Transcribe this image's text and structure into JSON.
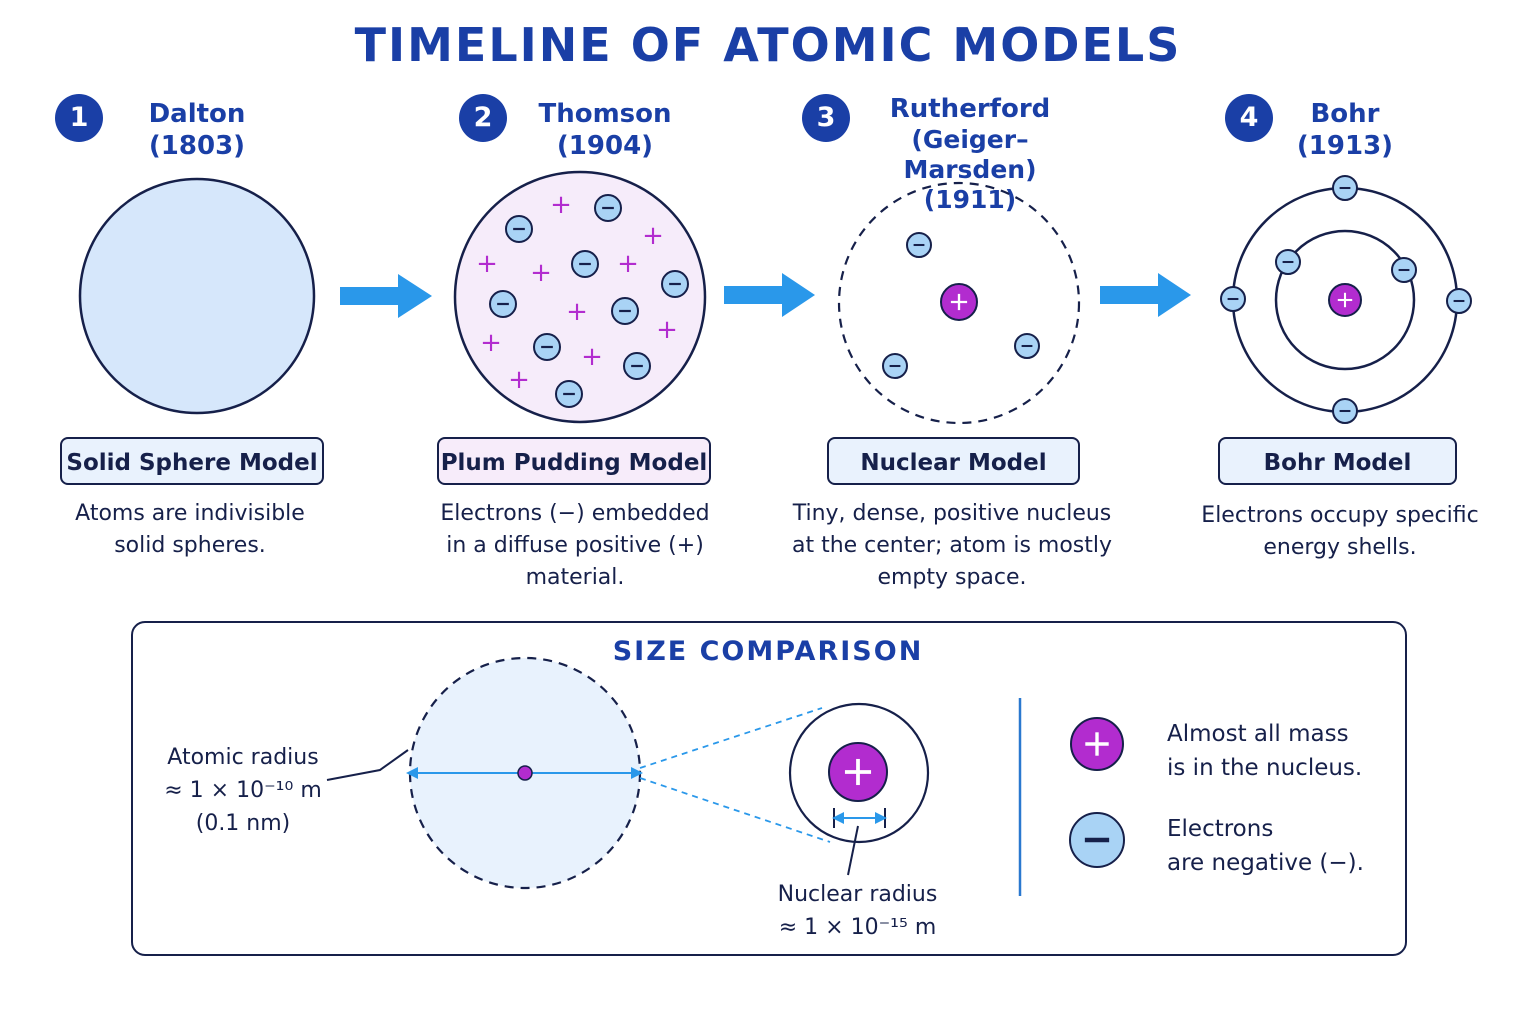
{
  "title": "TIMELINE OF ATOMIC MODELS",
  "steps": [
    {
      "num": "1",
      "name": "Dalton",
      "sub": "",
      "year": "(1803)",
      "model": "Solid Sphere Model",
      "desc": [
        "Atoms are indivisible",
        "solid spheres."
      ]
    },
    {
      "num": "2",
      "name": "Thomson",
      "sub": "",
      "year": "(1904)",
      "model": "Plum Pudding Model",
      "desc": [
        "Electrons (−) embedded",
        "in a diffuse positive (+)",
        "material."
      ]
    },
    {
      "num": "3",
      "name": "Rutherford",
      "sub": "(Geiger–Marsden)",
      "year": "(1911)",
      "model": "Nuclear Model",
      "desc": [
        "Tiny, dense, positive nucleus",
        "at the center; atom is mostly",
        "empty space."
      ]
    },
    {
      "num": "4",
      "name": "Bohr",
      "sub": "",
      "year": "(1913)",
      "model": "Bohr Model",
      "desc": [
        "Electrons occupy specific",
        "energy shells."
      ]
    }
  ],
  "symbols": {
    "plus": "+",
    "minus": "−"
  },
  "size_comparison": {
    "title": "SIZE COMPARISON",
    "atomic_radius": [
      "Atomic radius",
      "≈ 1 × 10⁻¹⁰ m",
      "(0.1 nm)"
    ],
    "nuclear_radius": [
      "Nuclear radius",
      "≈ 1 × 10⁻¹⁵ m"
    ],
    "legend": [
      {
        "icon": "plus",
        "lines": [
          "Almost all mass",
          "is in the nucleus."
        ]
      },
      {
        "icon": "minus",
        "lines": [
          "Electrons",
          "are negative (−)."
        ]
      }
    ]
  },
  "colors": {
    "title_blue": "#1a3fa6",
    "ink": "#16204a",
    "sphere_fill": "#d6e7fb",
    "pudding_fill": "#f6ecfa",
    "electron_fill": "#a9d3f5",
    "nucleus": "#b22ccf",
    "arrow": "#2a98ea"
  }
}
